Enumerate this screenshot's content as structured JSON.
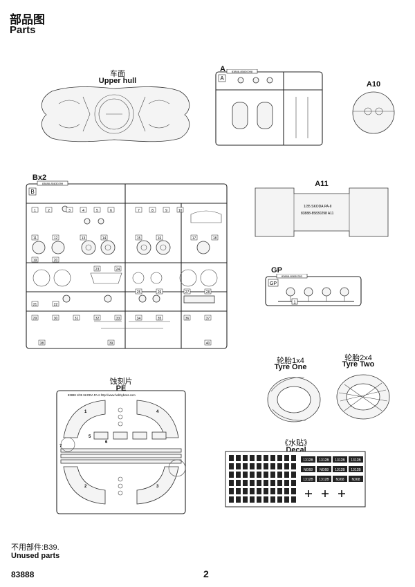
{
  "header": {
    "title_cn": "部品图",
    "title_en": "Parts"
  },
  "upper_hull": {
    "label_cn": "车面",
    "label_en": "Upper hull"
  },
  "sprue_a": {
    "label": "A",
    "code": "83888-85830098",
    "tag": "A"
  },
  "a10": {
    "label": "A10"
  },
  "sprue_b": {
    "label": "Bx2",
    "code": "83888-85830299",
    "tag": "B",
    "numbers": [
      "1",
      "2",
      "3",
      "4",
      "5",
      "6",
      "7",
      "8",
      "9",
      "10",
      "11",
      "12",
      "13",
      "14",
      "15",
      "16",
      "17",
      "18",
      "19",
      "20",
      "21",
      "22",
      "23",
      "24",
      "25",
      "26",
      "27",
      "28",
      "29",
      "30",
      "31",
      "32",
      "33",
      "34",
      "35",
      "36",
      "37",
      "38",
      "39",
      "40"
    ]
  },
  "a11": {
    "label": "A11",
    "text1": "1/35  SKODA PA-II",
    "text2": "83888-85830298  A11"
  },
  "sprue_gp": {
    "label": "GP",
    "code": "83888-85830303",
    "tag": "GP",
    "part": "1"
  },
  "pe": {
    "label_cn": "蚀刻片",
    "label_en": "PE",
    "header_text": "83888    1/35   SKODA PA-II     http://www.hobbyboss.com",
    "numbers": [
      "1",
      "2",
      "3",
      "4",
      "5",
      "6",
      "7"
    ]
  },
  "tyre_one": {
    "label_cn": "轮胎1x4",
    "label_en": "Tyre One"
  },
  "tyre_two": {
    "label_cn": "轮胎2x4",
    "label_en": "Tyre Two"
  },
  "decal": {
    "label_cn": "《水贴》",
    "label_en": "Decal",
    "plates": [
      "1312B",
      "1312B",
      "1312B",
      "1312B",
      "NG68",
      "NG68",
      "1312B",
      "1312B",
      "1312B",
      "1312B",
      "N268",
      "N268"
    ]
  },
  "unused": {
    "label_cn": "不用部件:B39.",
    "label_en": "Unused parts"
  },
  "footer": {
    "code": "83888",
    "page": "2"
  }
}
